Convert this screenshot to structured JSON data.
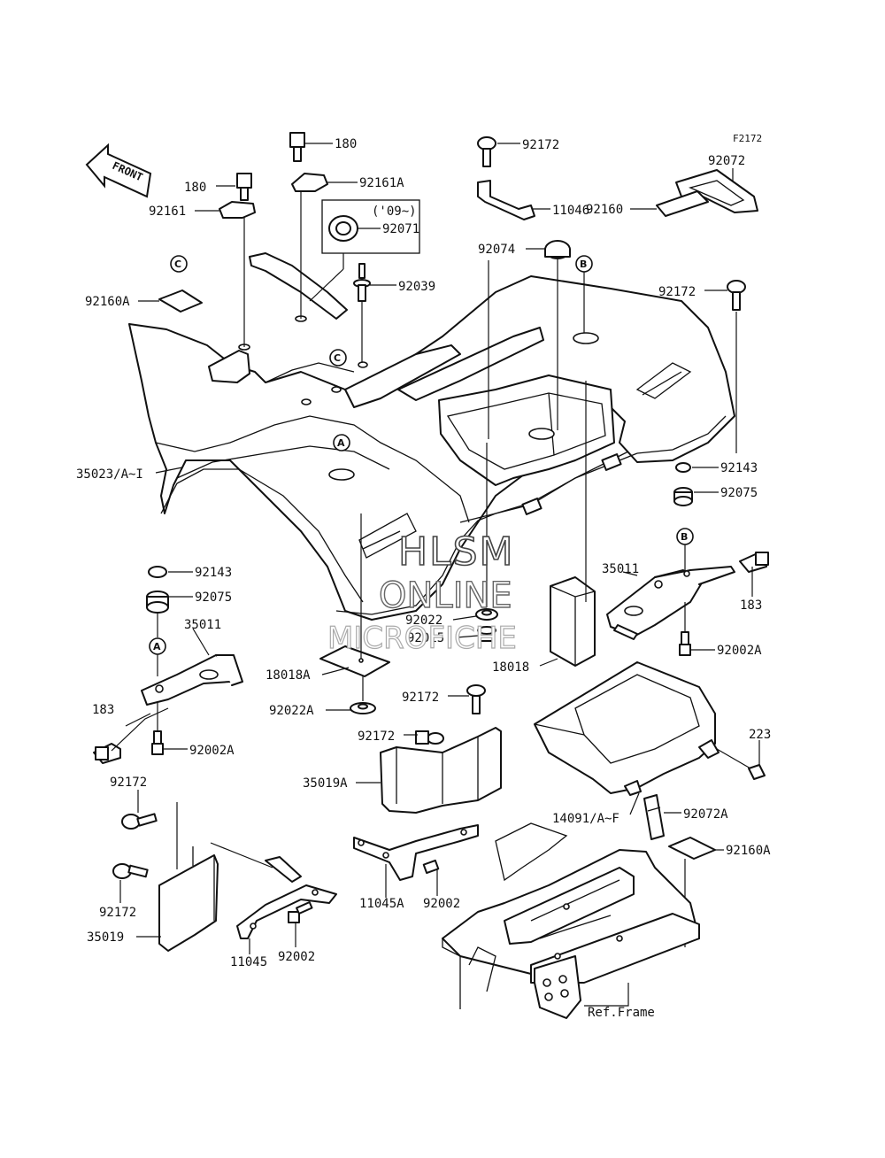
{
  "figure_code": "F2172",
  "year_note": "('09~)",
  "front_arrow": "FRONT",
  "reference": "Ref.Frame",
  "watermark": {
    "line1": "HLSM",
    "line2": "ONLINE",
    "line3": "MICROFICHE"
  },
  "circle_refs": {
    "a": "A",
    "b": "B",
    "c": "C"
  },
  "parts": [
    "180",
    "180",
    "92161A",
    "92161",
    "92160A",
    "92071",
    "92039",
    "92172",
    "11046",
    "92072",
    "92160",
    "92074",
    "92172",
    "35023/A~I",
    "92143",
    "92075",
    "35011",
    "183",
    "92002A",
    "92143",
    "92075",
    "35011",
    "183",
    "92002A",
    "92022",
    "92015",
    "18018",
    "18018A",
    "92022A",
    "92172",
    "92172",
    "35019A",
    "223",
    "14091/A~F",
    "92072A",
    "92160A",
    "92172",
    "92172",
    "35019",
    "11045",
    "92002",
    "11045A",
    "92002"
  ]
}
